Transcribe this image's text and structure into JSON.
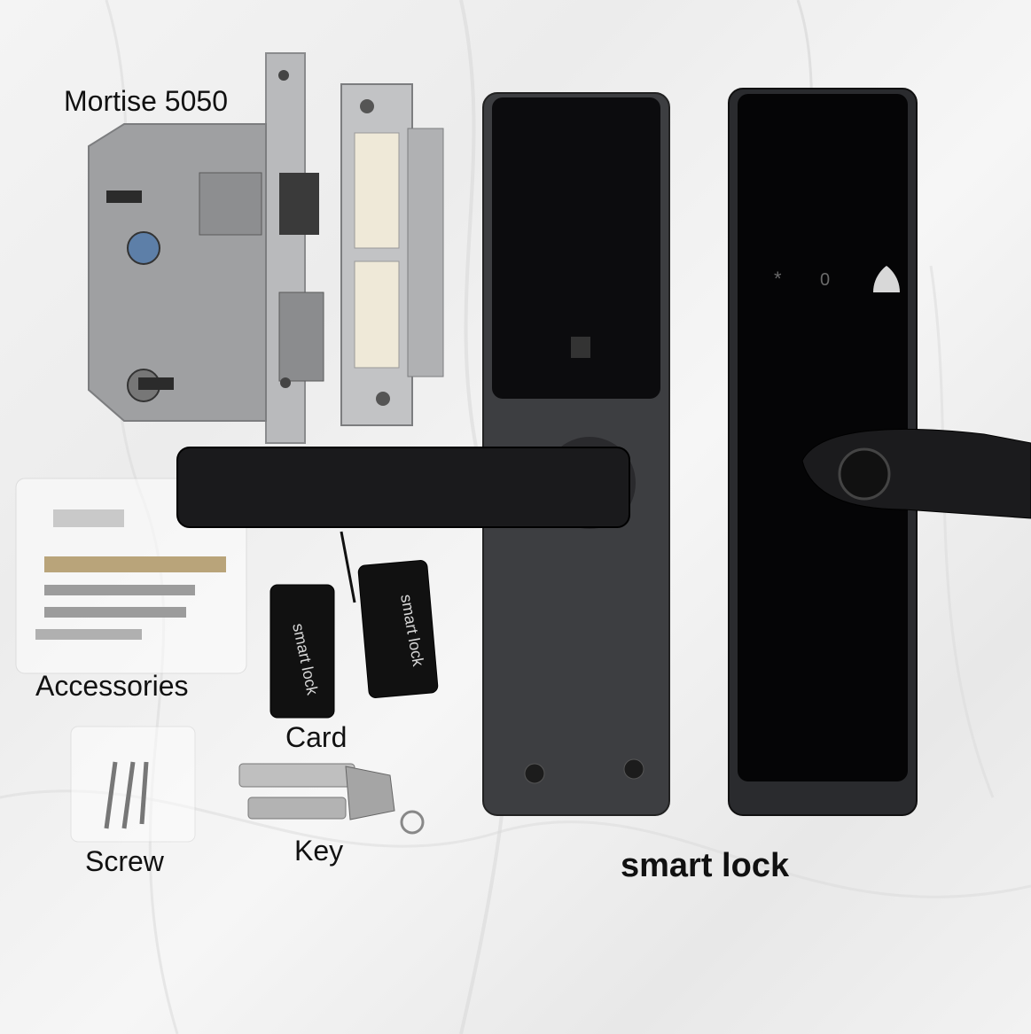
{
  "labels": {
    "mortise": "Mortise 5050",
    "accessories": "Accessories",
    "card": "Card",
    "screw": "Screw",
    "key": "Key",
    "smart_lock": "smart lock"
  },
  "key_tags": {
    "tag1_text": "smart lock",
    "tag2_text": "smart lock"
  },
  "colors": {
    "background": "#f0f0f0",
    "lock_body": "#3a3b3e",
    "glass_panel": "#0a0a0c",
    "mortise_steel": "#a9aaac"
  }
}
